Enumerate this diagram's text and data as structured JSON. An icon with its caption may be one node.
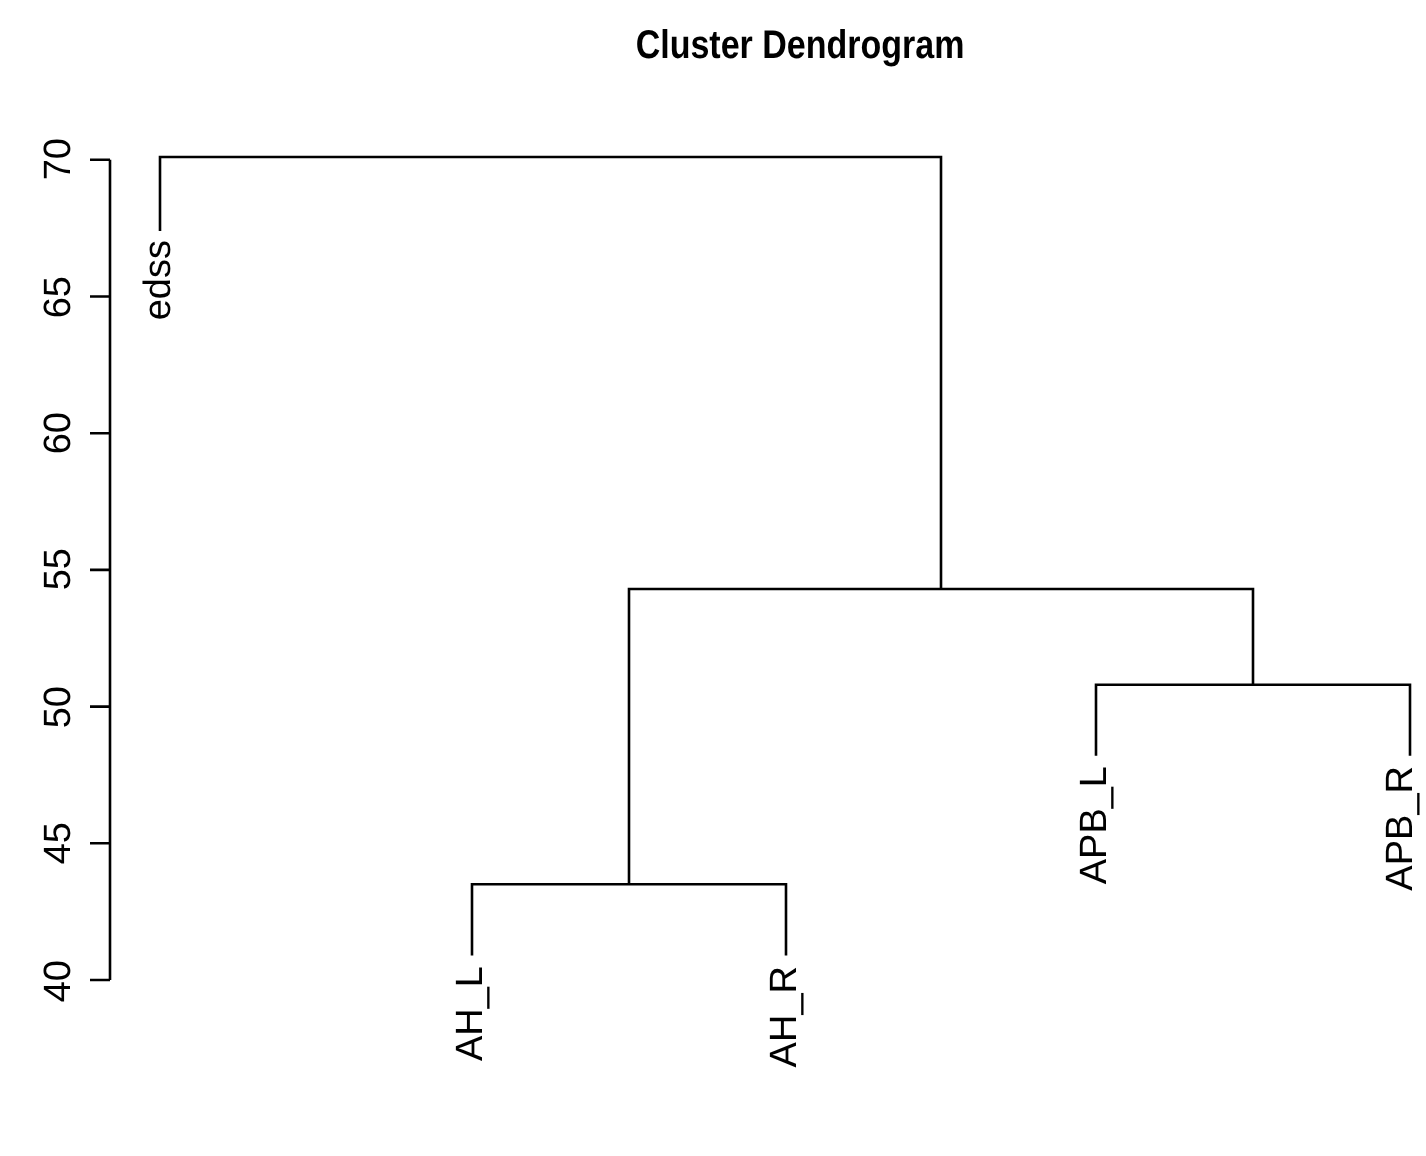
{
  "diagram": {
    "title": "Cluster Dendrogram",
    "labels": [
      "70",
      "65",
      "60",
      "55",
      "50",
      "45",
      "40",
      "edss",
      "AH_L",
      "AH_R",
      "APB_L",
      "APB_R"
    ]
  }
}
